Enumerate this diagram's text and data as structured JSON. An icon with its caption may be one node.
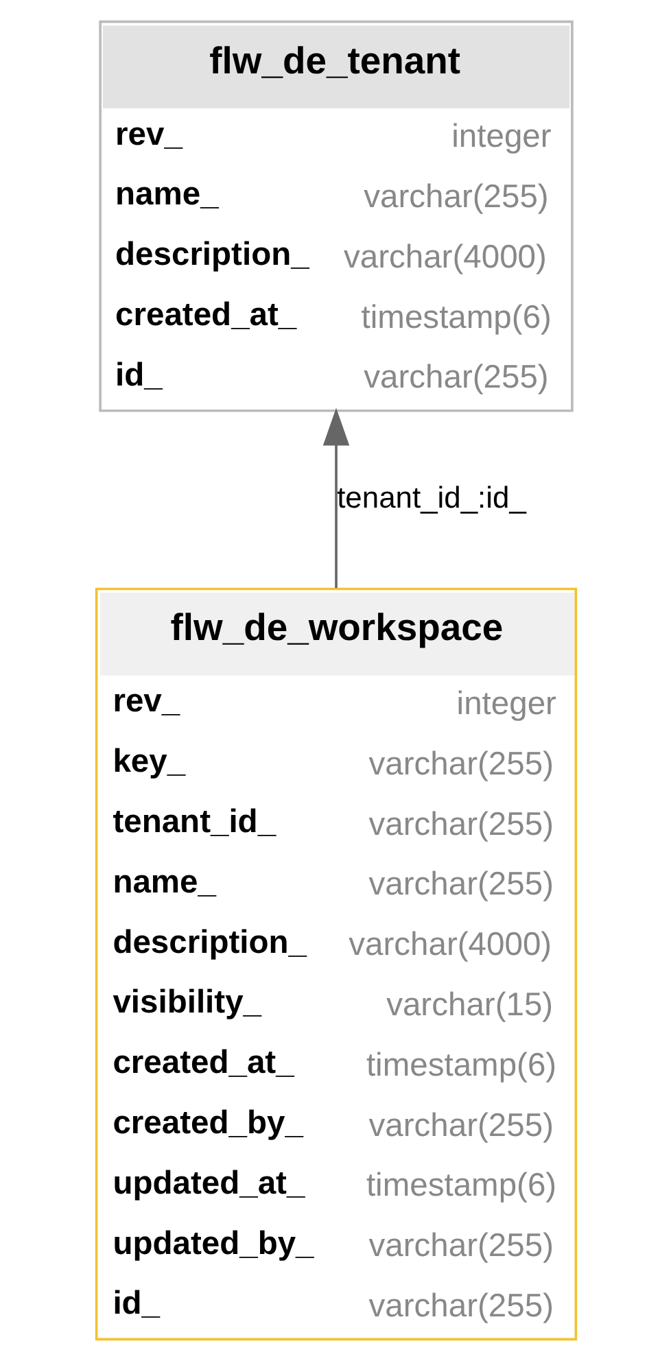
{
  "diagram": {
    "nodes": [
      {
        "text": [
          "flw_de_tenant",
          "rev_",
          "integer",
          "name_",
          "varchar(255)",
          "description_",
          "varchar(4000)",
          "created_at_",
          "timestamp(6)",
          "id_",
          "varchar(255)"
        ]
      },
      {
        "text": [
          "flw_de_workspace",
          "rev_",
          "integer",
          "key_",
          "varchar(255)",
          "tenant_id_",
          "varchar(255)",
          "name_",
          "varchar(255)",
          "description_",
          "varchar(4000)",
          "visibility_",
          "varchar(15)",
          "created_at_",
          "timestamp(6)",
          "created_by_",
          "varchar(255)",
          "updated_at_",
          "timestamp(6)",
          "updated_by_",
          "varchar(255)",
          "id_",
          "varchar(255)"
        ]
      }
    ],
    "edges": [
      {
        "from": 1,
        "to": 0,
        "arrow": "to",
        "label": "tenant_id_:id_"
      }
    ]
  }
}
